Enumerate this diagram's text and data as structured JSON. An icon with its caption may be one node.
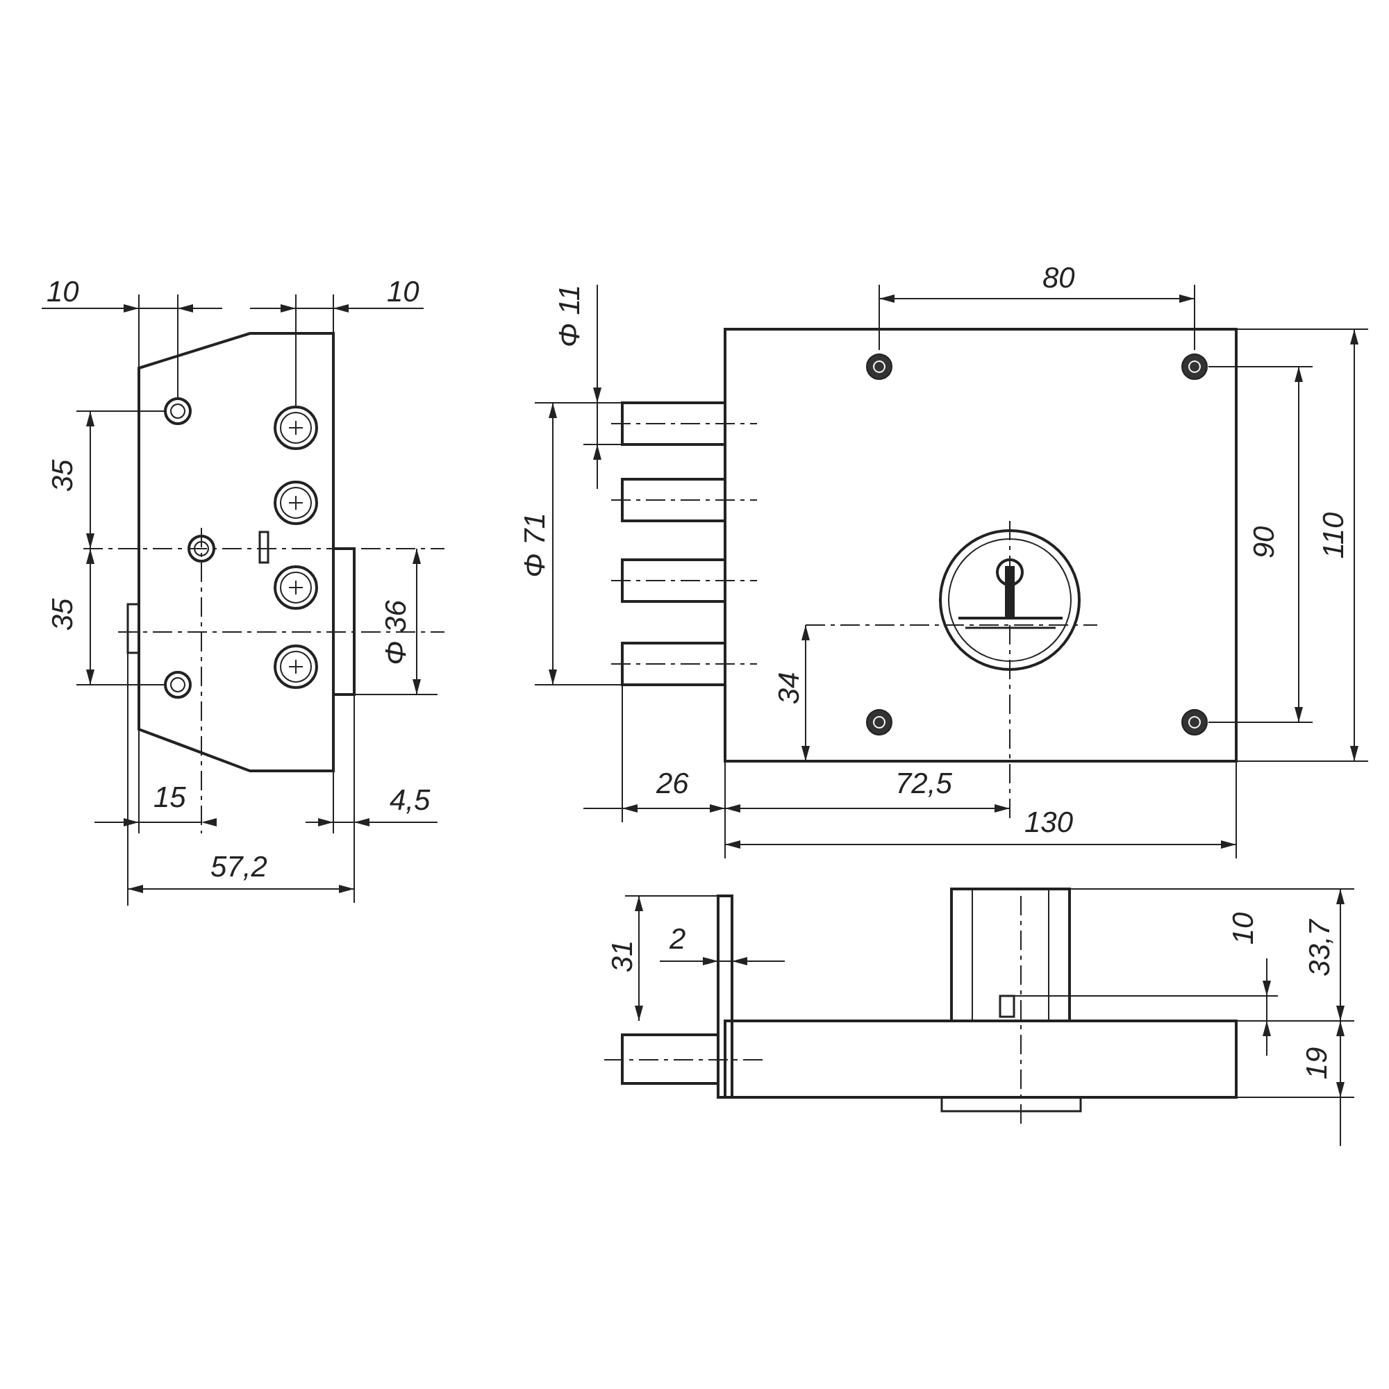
{
  "diagram": {
    "labels": [
      "10",
      "10",
      "80",
      "Φ 11",
      "35",
      "Φ 71",
      "90",
      "110",
      "35",
      "Φ 36",
      "34",
      "15",
      "4,5",
      "26",
      "72,5",
      "130",
      "57,2",
      "31",
      "2",
      "10",
      "33,7",
      "19"
    ]
  }
}
